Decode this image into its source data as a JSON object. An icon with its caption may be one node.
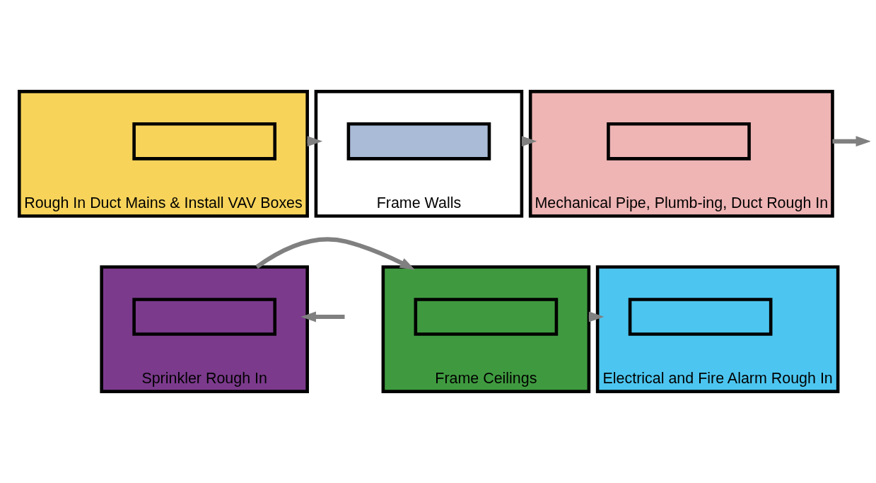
{
  "diagram": {
    "nodes": [
      {
        "text": [
          "Rough In Duct Mains & Install VAV Boxes"
        ]
      },
      {
        "text": [],
        "shape": "box",
        "in": 0
      },
      {
        "text": [
          "Frame Walls"
        ]
      },
      {
        "text": [],
        "shape": "box",
        "in": 2
      },
      {
        "text": [
          "Mechanical Pipe, Plumb-ing, Duct Rough In"
        ]
      },
      {
        "text": [],
        "shape": "box",
        "in": 4
      },
      {
        "text": [
          "Sprinkler Rough In"
        ]
      },
      {
        "text": [],
        "shape": "box",
        "in": 6
      },
      {
        "text": [
          "Frame Ceilings"
        ]
      },
      {
        "text": [],
        "shape": "box",
        "in": 8
      },
      {
        "text": [
          "Electrical and Fire Alarm Rough In"
        ]
      },
      {
        "text": [],
        "shape": "box",
        "in": 10
      }
    ],
    "edges": [
      {
        "from": 0,
        "to": 2,
        "arrow": "to"
      },
      {
        "from": 2,
        "to": 4,
        "arrow": "to"
      },
      {
        "from": 4,
        "to": null,
        "arrow": "to"
      },
      {
        "from": null,
        "to": 6,
        "arrow": "to"
      },
      {
        "from": 6,
        "to": 8,
        "arrow": "to"
      },
      {
        "from": 8,
        "to": 10,
        "arrow": "to"
      }
    ]
  }
}
